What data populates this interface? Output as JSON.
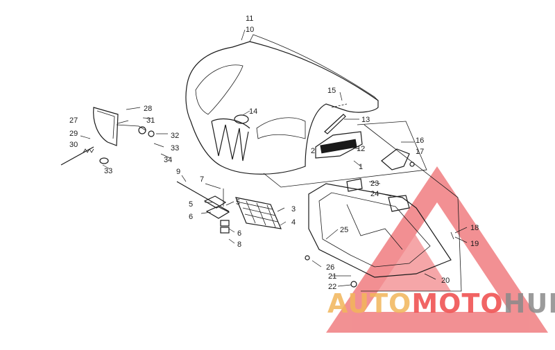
{
  "diagram": {
    "callouts": [
      "1",
      "2",
      "3",
      "4",
      "5",
      "5",
      "6",
      "6",
      "7",
      "8",
      "9",
      "10",
      "11",
      "12",
      "13",
      "14",
      "15",
      "16",
      "17",
      "18",
      "19",
      "20",
      "21",
      "22",
      "23",
      "24",
      "25",
      "26",
      "27",
      "28",
      "29",
      "30",
      "31",
      "32",
      "33",
      "33",
      "34"
    ]
  },
  "watermark": {
    "part1": "AUTO",
    "part2": "MOTO",
    "part3": "HUB",
    "colors": {
      "auto": "#f2b65a",
      "moto": "#ef4a4a",
      "hub": "#8a8a8a",
      "triangle": "#e8363b"
    }
  }
}
